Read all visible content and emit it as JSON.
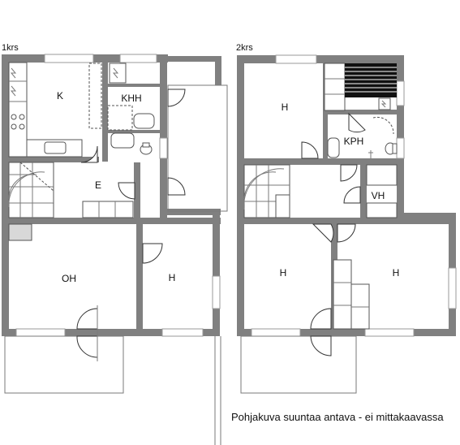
{
  "floors": [
    {
      "name": "1krs",
      "rooms": [
        "K",
        "KHH",
        "E",
        "OH",
        "H"
      ]
    },
    {
      "name": "2krs",
      "rooms": [
        "H",
        "KPH",
        "VH",
        "H",
        "H"
      ]
    }
  ],
  "caption": "Pohjakuva suuntaa antava - ei mittakaavassa"
}
